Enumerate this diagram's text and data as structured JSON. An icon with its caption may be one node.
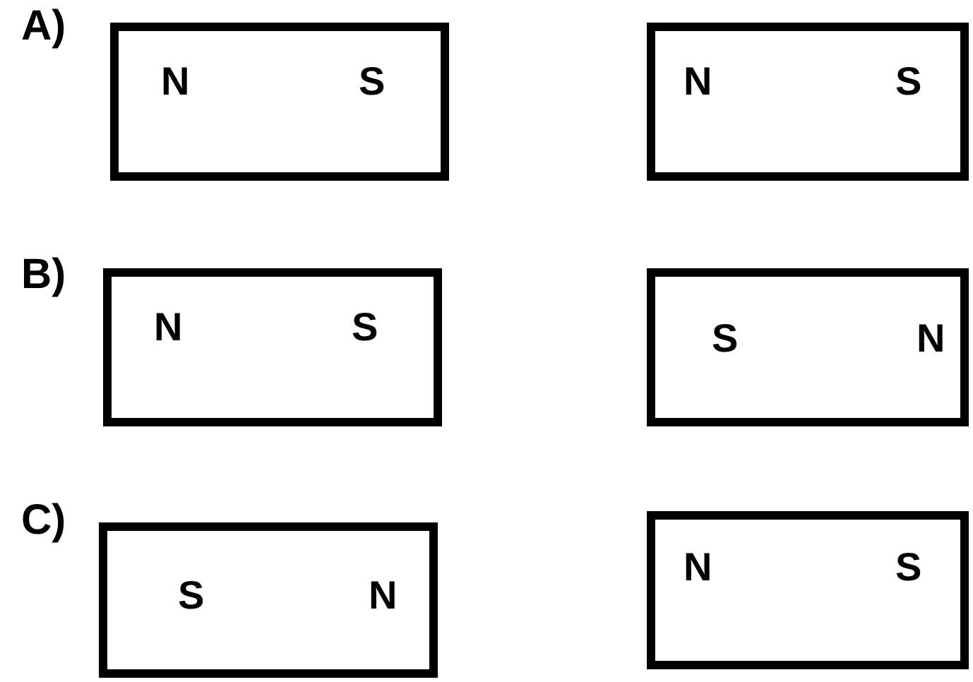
{
  "diagram": {
    "nodes": [
      {
        "text": [
          "N",
          "S"
        ]
      },
      {
        "text": [
          "N",
          "S"
        ]
      },
      {
        "text": [
          "N",
          "S"
        ]
      },
      {
        "text": [
          "S",
          "N"
        ]
      },
      {
        "text": [
          "S",
          "N"
        ]
      },
      {
        "text": [
          "N",
          "S"
        ]
      }
    ],
    "labels": [
      "A)",
      "B)",
      "C)"
    ]
  }
}
